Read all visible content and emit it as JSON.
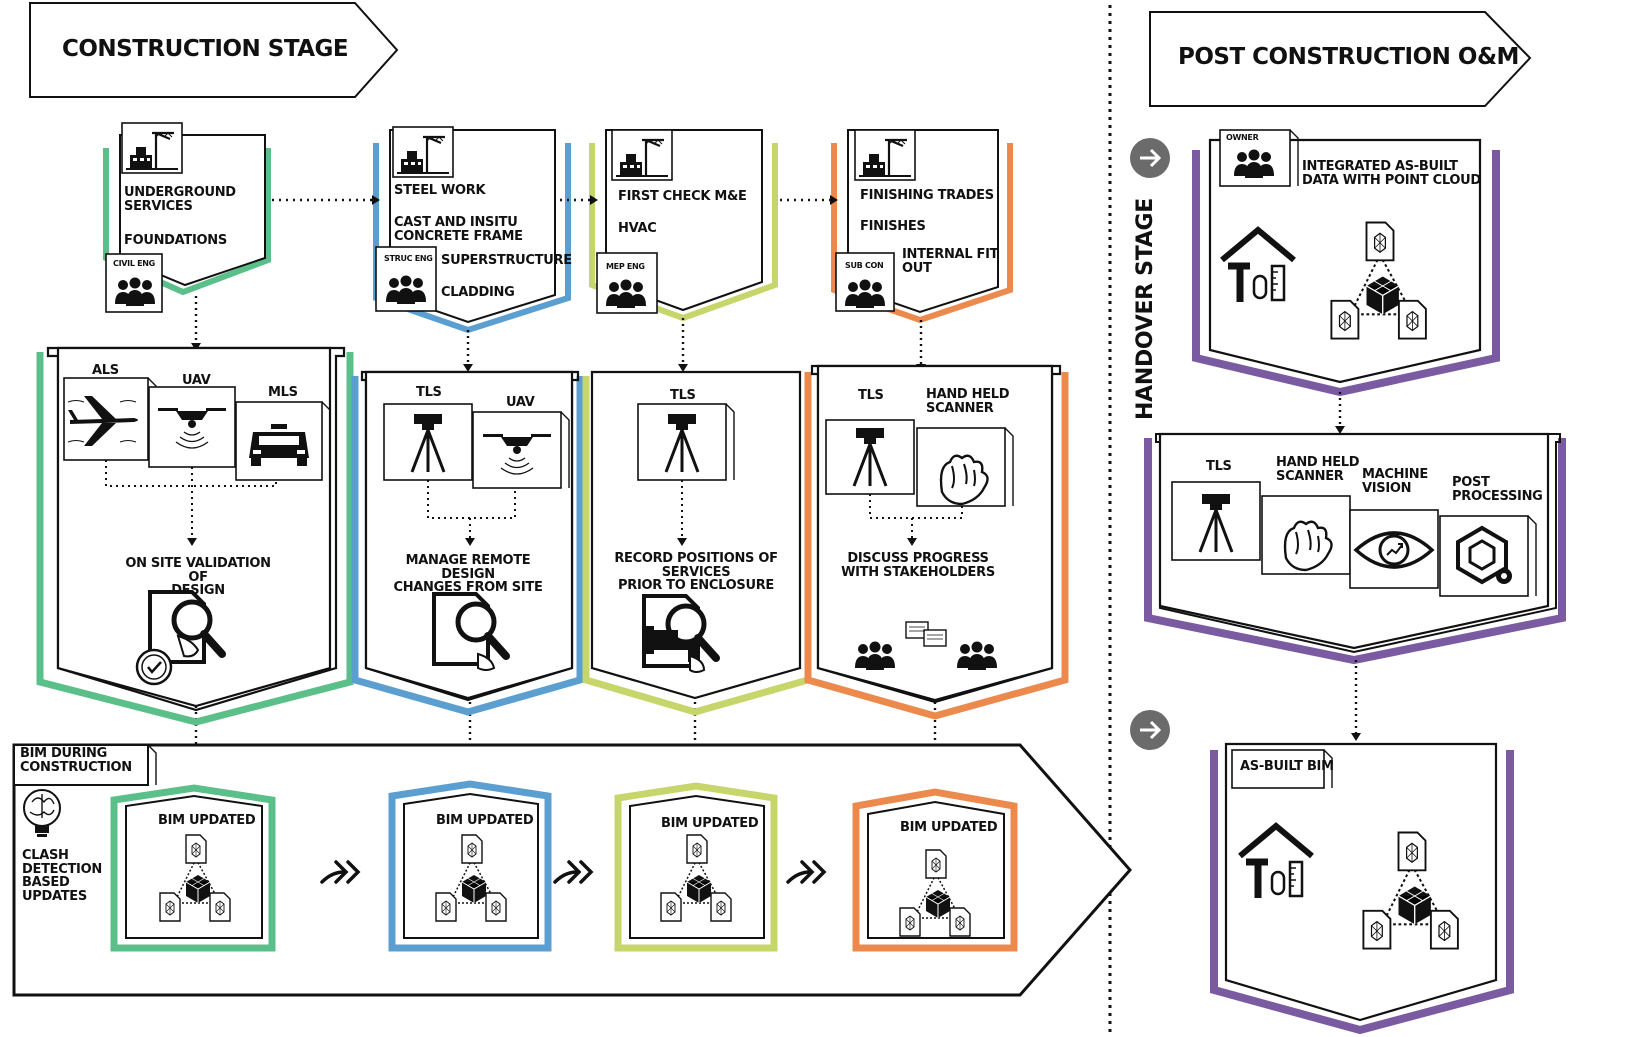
{
  "headers": {
    "construction_stage": "CONSTRUCTION STAGE",
    "post_construction": "POST CONSTRUCTION O&M",
    "handover_stage": "HANDOVER STAGE"
  },
  "colors": {
    "green": "#5bbf8a",
    "blue": "#5b9fd0",
    "lime": "#c6d66a",
    "orange": "#ec8a4e",
    "purple": "#7a5aa0",
    "ink": "#111111"
  },
  "stages": [
    {
      "color": "green",
      "tasks": [
        "UNDERGROUND\nSERVICES",
        "FOUNDATIONS"
      ],
      "role": "CIVIL ENG",
      "methods": [
        "ALS",
        "UAV",
        "MLS"
      ],
      "outcome": "ON SITE VALIDATION OF\nDESIGN",
      "bim": "BIM UPDATED"
    },
    {
      "color": "blue",
      "tasks": [
        "STEEL WORK",
        "CAST AND INSITU\nCONCRETE FRAME",
        "SUPERSTRUCTURE",
        "CLADDING"
      ],
      "role": "STRUC ENG",
      "methods": [
        "TLS",
        "UAV"
      ],
      "outcome": "MANAGE REMOTE DESIGN\nCHANGES FROM SITE",
      "bim": "BIM UPDATED"
    },
    {
      "color": "lime",
      "tasks": [
        "FIRST CHECK M&E",
        "HVAC"
      ],
      "role": "MEP ENG",
      "methods": [
        "TLS"
      ],
      "outcome": "RECORD POSITIONS OF SERVICES\nPRIOR TO ENCLOSURE",
      "bim": "BIM UPDATED"
    },
    {
      "color": "orange",
      "tasks": [
        "FINISHING TRADES",
        "FINISHES",
        "INTERNAL FIT\nOUT"
      ],
      "role": "SUB CON",
      "methods": [
        "TLS",
        "HAND HELD\nSCANNER"
      ],
      "outcome": "DISCUSS PROGRESS\nWITH STAKEHOLDERS",
      "bim": "BIM UPDATED"
    }
  ],
  "bim_during": {
    "title": "BIM DURING\nCONSTRUCTION",
    "note": "CLASH\nDETECTION\nBASED\nUPDATES"
  },
  "post": {
    "owner_role": "OWNER",
    "integrated": "INTEGRATED AS-BUILT\nDATA WITH POINT CLOUD",
    "methods": [
      "TLS",
      "HAND HELD\nSCANNER",
      "MACHINE\nVISION",
      "POST\nPROCESSING"
    ],
    "asbuilt": "AS-BUILT BIM"
  },
  "icons": [
    "construction-site-icon",
    "team-icon",
    "airplane-icon",
    "drone-icon",
    "car-icon",
    "tripod-scanner-icon",
    "hand-scanner-icon",
    "magnifier-document-icon",
    "checkmark-icon",
    "pipe-services-icon",
    "chat-bubbles-icon",
    "bim-cube-network-icon",
    "lightbulb-brain-icon",
    "arrow-right-circle-icon",
    "house-tools-icon",
    "eye-vision-icon",
    "gear-cube-icon",
    "double-chevron-arrow-icon"
  ]
}
